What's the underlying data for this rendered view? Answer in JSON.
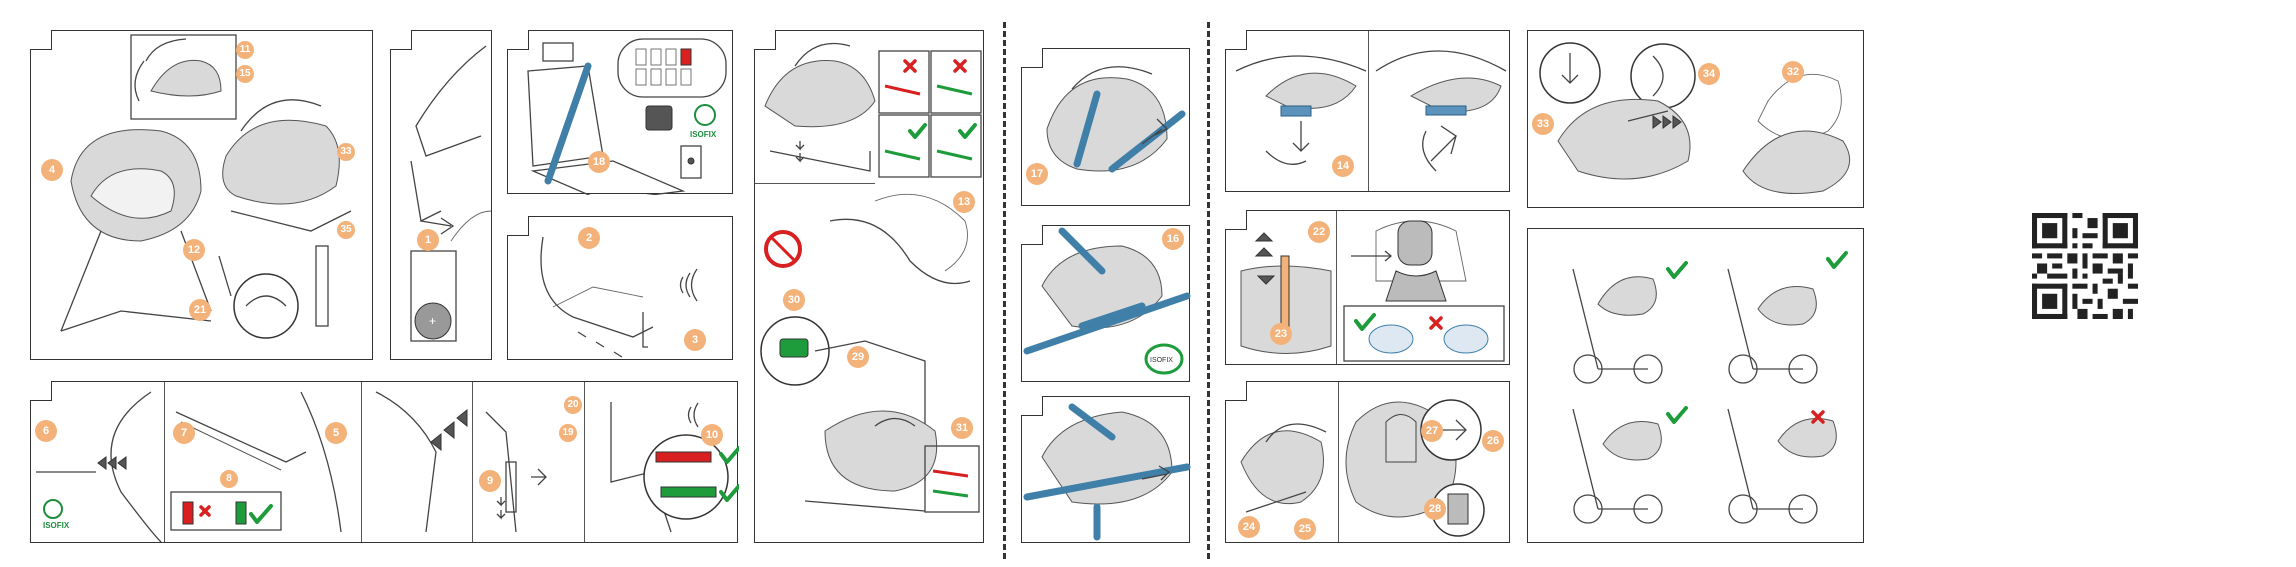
{
  "manual": {
    "isofix_label": "ISOFIX",
    "sticker_label": "ISOFIX"
  },
  "colors": {
    "callout": "#f3b27a",
    "check": "#1e9c3c",
    "cross": "#d92020",
    "belt": "#3f7fa8",
    "indicator_green": "#1e9c3c",
    "indicator_red": "#d92020"
  },
  "icons": {
    "check": "check-icon",
    "cross": "cross-icon",
    "sound": "click-sound-icon",
    "no_airbag": "no-airbag-icon",
    "isofix": "isofix-logo-icon",
    "qr": "qr-code-icon"
  },
  "panels": {
    "p1": {
      "callouts": [
        "11",
        "15",
        "4",
        "33",
        "12",
        "35",
        "21"
      ]
    },
    "p2": {
      "callouts": [
        "1"
      ]
    },
    "p3": {
      "callouts": [
        "18"
      ]
    },
    "p4": {
      "callouts": [
        "2",
        "3"
      ]
    },
    "p5": {
      "callouts": [
        "6",
        "7",
        "8",
        "5",
        "20",
        "19",
        "9",
        "10"
      ]
    },
    "p6": {
      "callouts": [
        "13",
        "30",
        "29",
        "31"
      ]
    },
    "p7": {
      "callouts": [
        "17"
      ]
    },
    "p8": {
      "callouts": [
        "16"
      ]
    },
    "p9": {
      "callouts": []
    },
    "p10": {
      "callouts": [
        "14"
      ]
    },
    "p11": {
      "callouts": [
        "22",
        "23"
      ]
    },
    "p12": {
      "callouts": [
        "27",
        "26",
        "28",
        "24",
        "25"
      ]
    },
    "p13": {
      "callouts": [
        "34",
        "32",
        "33"
      ]
    },
    "p14": {
      "callouts": []
    }
  }
}
